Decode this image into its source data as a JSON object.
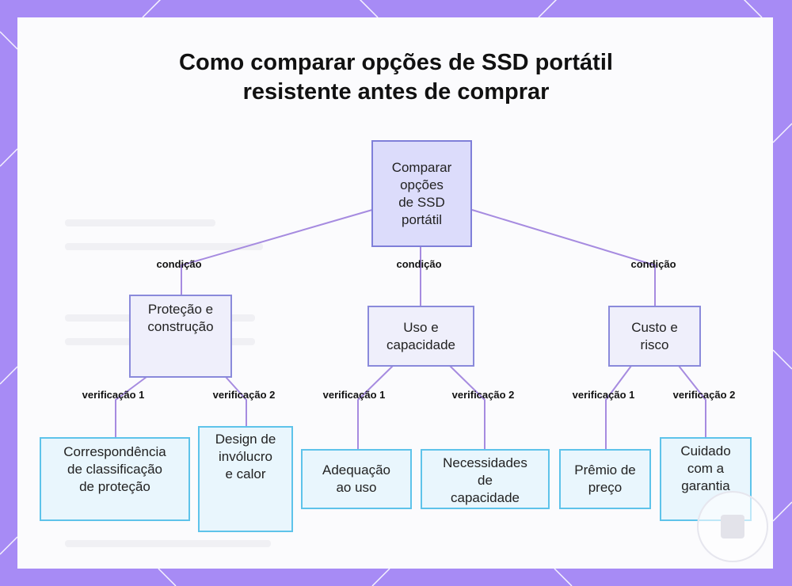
{
  "title": {
    "line1": "Como comparar opções de SSD portátil",
    "line2": "resistente antes de comprar"
  },
  "diagram": {
    "root": {
      "label": "Comparar\nopções\nde SSD\nportátil"
    },
    "branches": [
      {
        "edge_label": "condição",
        "label": "Proteção e\nconstrução",
        "children": [
          {
            "edge_label": "verificação 1",
            "label": "Correspondência\nde classificação\nde proteção"
          },
          {
            "edge_label": "verificação 2",
            "label": "Design de\ninvólucro\ne calor"
          }
        ]
      },
      {
        "edge_label": "condição",
        "label": "Uso e\ncapacidade",
        "children": [
          {
            "edge_label": "verificação 1",
            "label": "Adequação\nao uso"
          },
          {
            "edge_label": "verificação 2",
            "label": "Necessidades\nde\ncapacidade"
          }
        ]
      },
      {
        "edge_label": "condição",
        "label": "Custo e\nrisco",
        "children": [
          {
            "edge_label": "verificação 1",
            "label": "Prêmio de\npreço"
          },
          {
            "edge_label": "verificação 2",
            "label": "Cuidado\ncom a\ngarantia"
          }
        ]
      }
    ]
  },
  "colors": {
    "frame": "#a78bf5",
    "edge": "#a68be0",
    "root_fill": "#dcdcfb",
    "mid_fill": "#efeffb",
    "leaf_fill": "#e9f6fd",
    "leaf_border": "#5ec3ea"
  },
  "icons": {
    "badge": "watermark-badge-icon"
  }
}
